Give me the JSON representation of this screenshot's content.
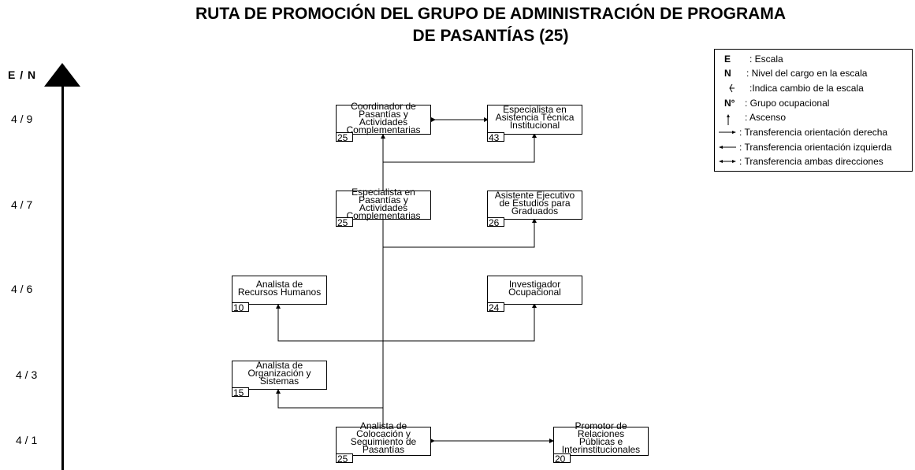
{
  "title": {
    "line1": "RUTA DE PROMOCIÓN DEL GRUPO DE ADMINISTRACIÓN DE PROGRAMA",
    "line2": "DE PASANTÍAS (25)"
  },
  "axis": {
    "label": "E / N",
    "levels": [
      "4 / 9",
      "4 / 7",
      "4 / 6",
      "4 / 3",
      "4 / 1"
    ]
  },
  "boxes": {
    "coordinador": {
      "text": "Coordinador de\nPasantías y\nActividades\nComplementarias",
      "code": "25"
    },
    "especialista_asistencia": {
      "text": "Especialista en\nAsistencia Técnica\nInstitucional",
      "code": "43"
    },
    "especialista_pasantias": {
      "text": "Especialista en\nPasantías y\nActividades\nComplementarias",
      "code": "25"
    },
    "asistente_ejecutivo": {
      "text": "Asistente Ejecutivo\nde Estudios para\nGraduados",
      "code": "26"
    },
    "analista_rrhh": {
      "text": "Analista de\nRecursos Humanos",
      "code": "10"
    },
    "investigador": {
      "text": "Investigador\nOcupacional",
      "code": "24"
    },
    "analista_organizacion": {
      "text": "Analista de\nOrganización y\nSistemas",
      "code": "15"
    },
    "analista_colocacion": {
      "text": "Analista de\nColocación y\nSeguimiento de\nPasantías",
      "code": "25"
    },
    "promotor": {
      "text": "Promotor de\nRelaciones\nPúblicas e\nInterinstitucionales",
      "code": "20"
    }
  },
  "legend": {
    "e": {
      "sym": "E",
      "text": ": Escala"
    },
    "n": {
      "sym": "N",
      "text": ": Nivel del cargo en la escala"
    },
    "cambio": {
      "text": ":Indica cambio de la escala"
    },
    "grupo": {
      "sym": "N°",
      "text": ": Grupo ocupacional"
    },
    "ascenso": {
      "text": ": Ascenso"
    },
    "derecha": {
      "text": ": Transferencia orientación derecha"
    },
    "izquierda": {
      "text": ": Transferencia orientación izquierda"
    },
    "ambas": {
      "text": ": Transferencia ambas direcciones"
    }
  }
}
